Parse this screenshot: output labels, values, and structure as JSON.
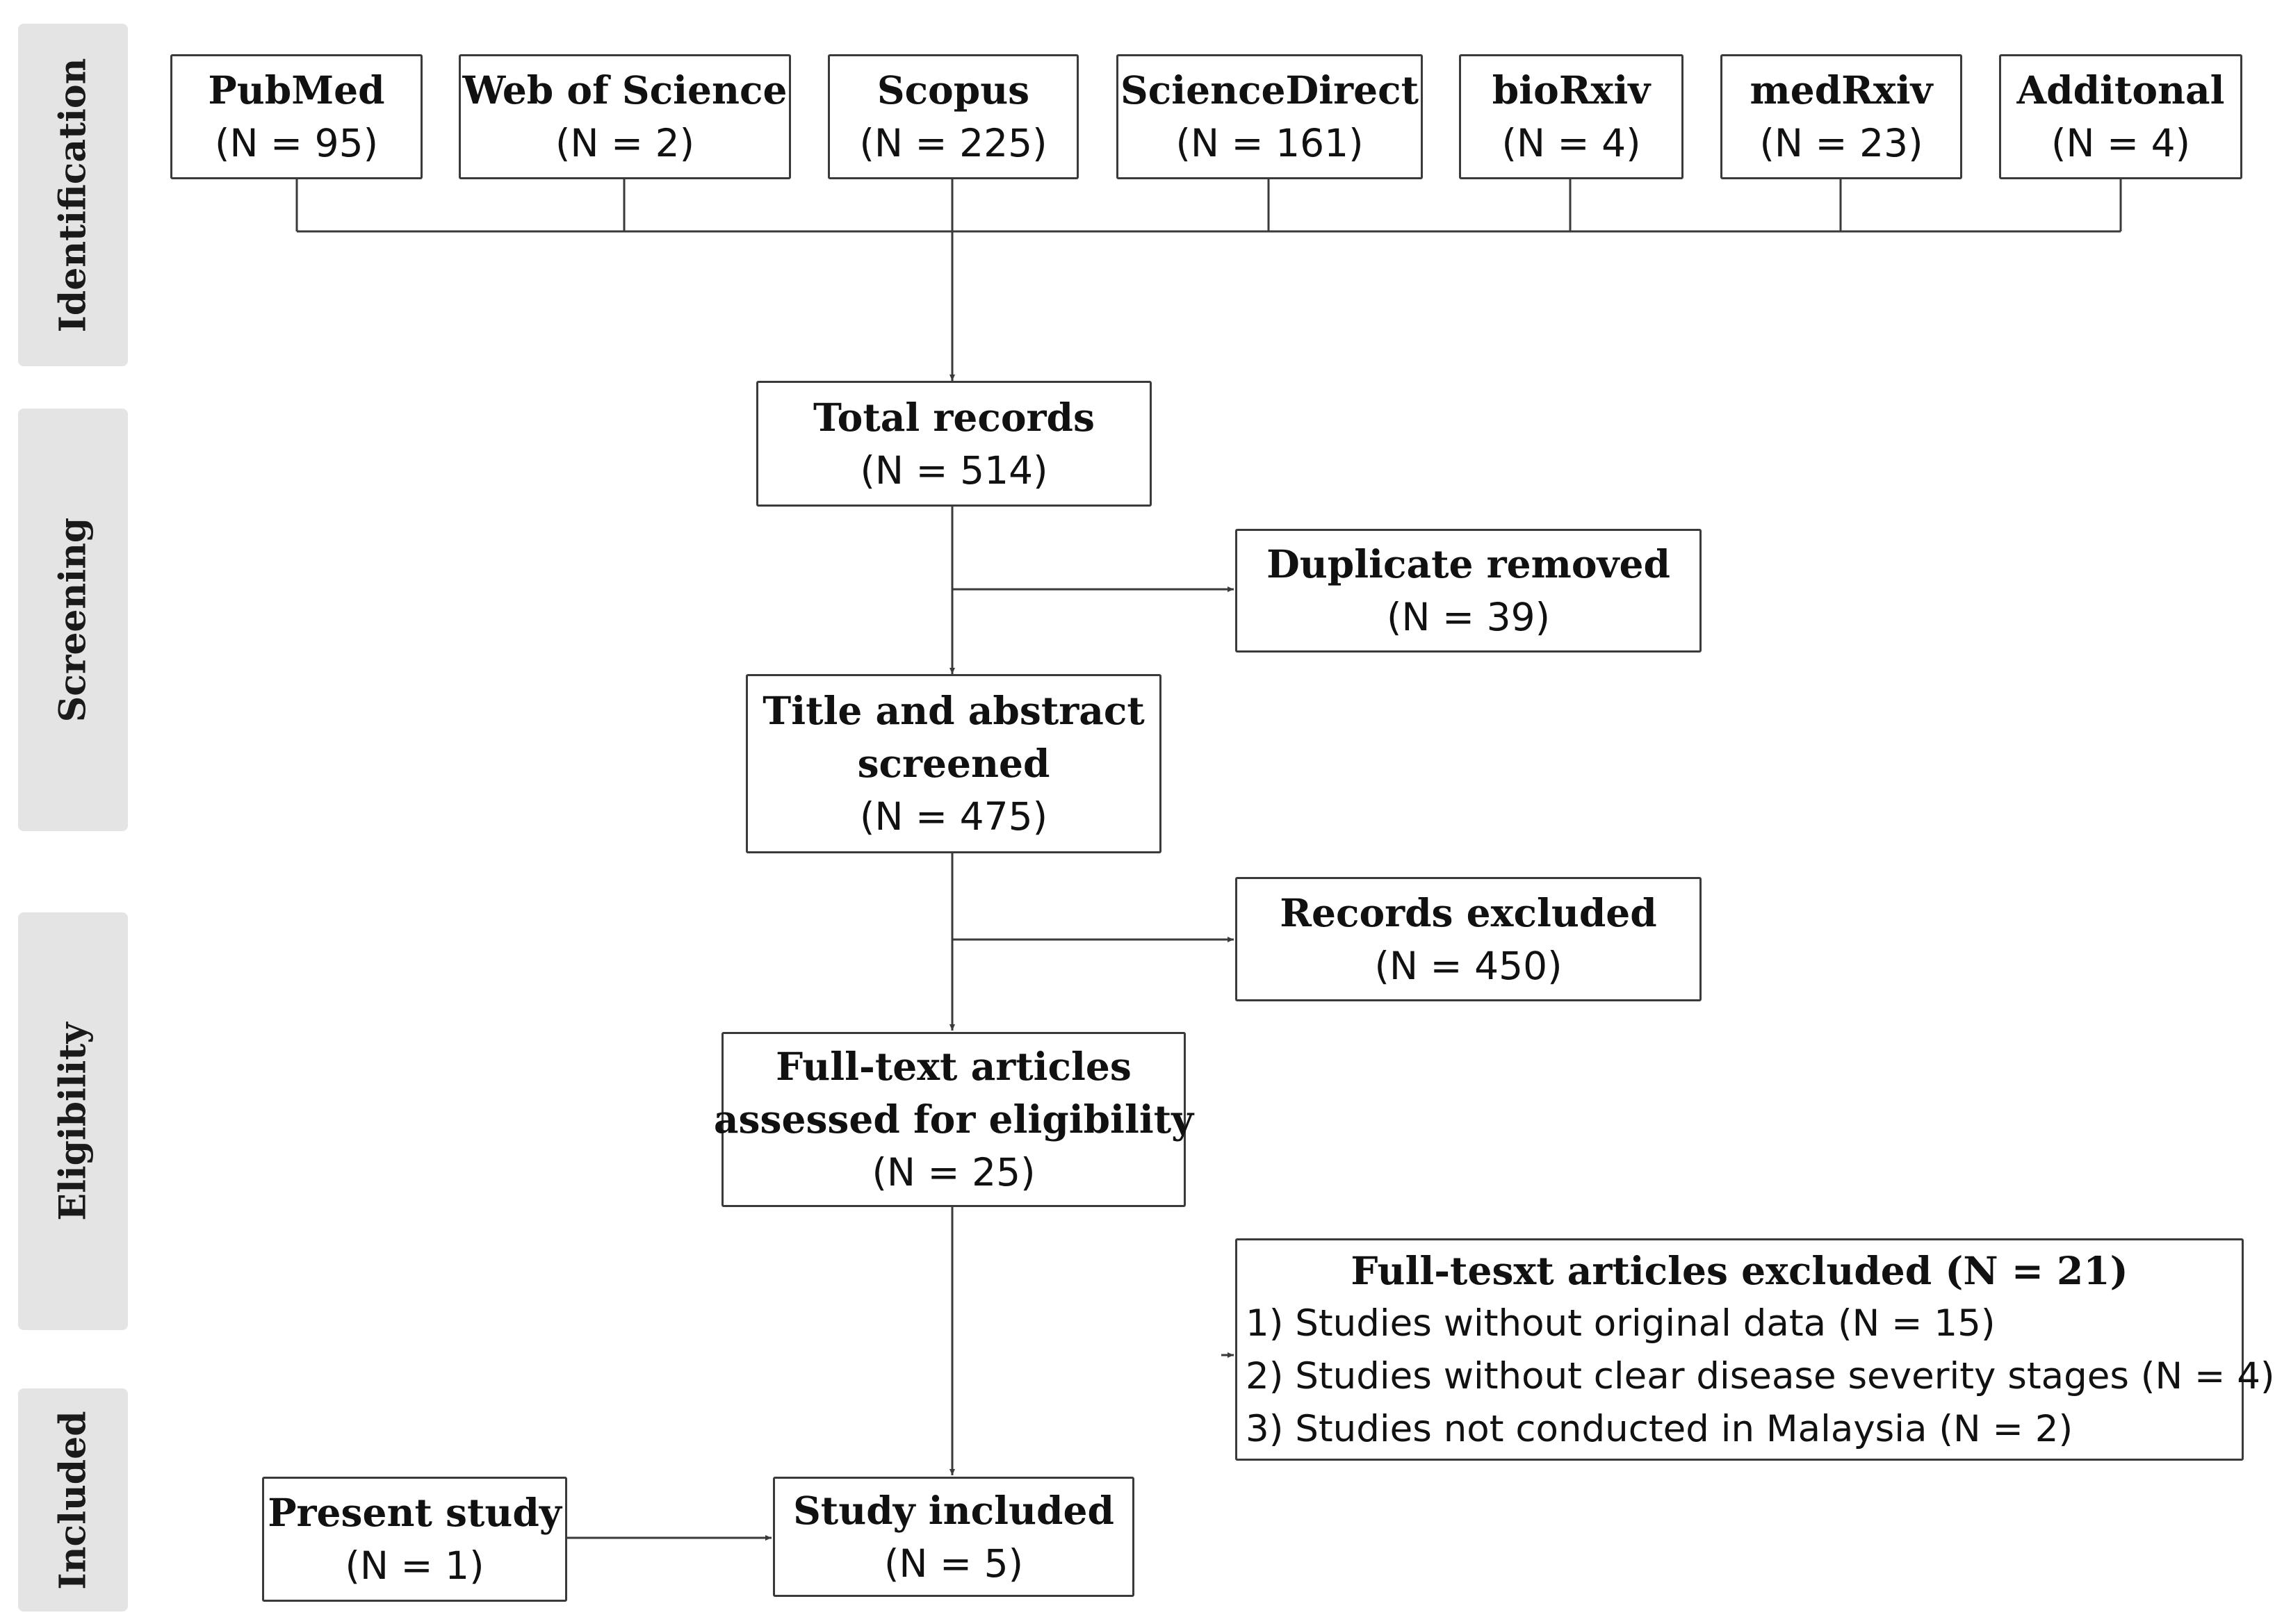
{
  "stages": [
    "Identification",
    "Screening",
    "Eligibility",
    "Included"
  ],
  "sources": [
    {
      "name": "PubMed",
      "count": "(N = 95)"
    },
    {
      "name": "Web of Science",
      "count": "(N = 2)"
    },
    {
      "name": "Scopus",
      "count": "(N = 225)"
    },
    {
      "name": "ScienceDirect",
      "count": "(N = 161)"
    },
    {
      "name": "bioRxiv",
      "count": "(N = 4)"
    },
    {
      "name": "medRxiv",
      "count": "(N = 23)"
    },
    {
      "name": "Additonal",
      "count": "(N = 4)"
    }
  ],
  "total": {
    "title": "Total records",
    "count": "(N = 514)"
  },
  "duplicates": {
    "title": "Duplicate removed",
    "count": "(N = 39)"
  },
  "screened": {
    "title_line1": "Title and abstract",
    "title_line2": "screened",
    "count": "(N = 475)"
  },
  "records_excluded": {
    "title": "Records excluded",
    "count": "(N = 450)"
  },
  "fulltext": {
    "title_line1": "Full-text articles",
    "title_line2": "assessed for eligibility",
    "count": "(N = 25)"
  },
  "fulltext_excluded": {
    "title": "Full-tesxt articles excluded (N = 21)",
    "items": [
      "1) Studies without original data (N = 15)",
      "2) Studies without clear disease severity stages (N = 4)",
      "3) Studies not conducted in Malaysia (N = 2)"
    ]
  },
  "present": {
    "title": "Present study",
    "count": "(N = 1)"
  },
  "included": {
    "title": "Study included",
    "count": "(N = 5)"
  },
  "colors": {
    "stage_bg": "#e4e4e4",
    "line": "#3a3a3a",
    "box_border": "#3a3a3a"
  }
}
